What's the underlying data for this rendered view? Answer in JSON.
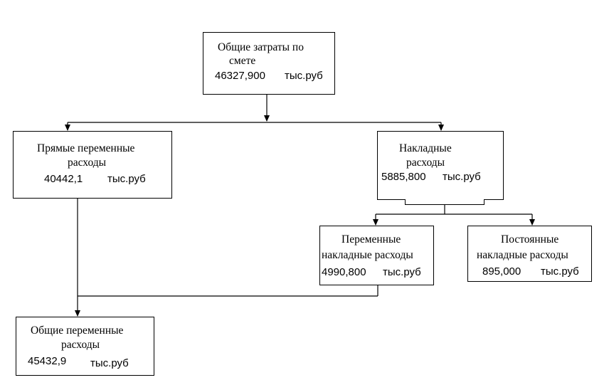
{
  "nodes": {
    "total": {
      "line1": "Общие затраты по",
      "line2": "смете",
      "value": "46327,900",
      "unit": "тыс.руб"
    },
    "direct": {
      "line1": "Прямые переменные",
      "line2": "расходы",
      "value": "40442,1",
      "unit": "тыс.руб"
    },
    "overhead": {
      "line1": "Накладные",
      "line2": "расходы",
      "value": "5885,800",
      "unit": "тыс.руб"
    },
    "var_overhead": {
      "line1": "Переменные",
      "line2": "накладные расходы",
      "value": "4990,800",
      "unit": "тыс.руб"
    },
    "fixed_overhead": {
      "line1": "Постоянные",
      "line2": "накладные расходы",
      "value": "895,000",
      "unit": "тыс.руб"
    },
    "total_variable": {
      "line1": "Общие переменные",
      "line2": "расходы",
      "value": "45432,9",
      "unit": "тыс.руб"
    }
  }
}
